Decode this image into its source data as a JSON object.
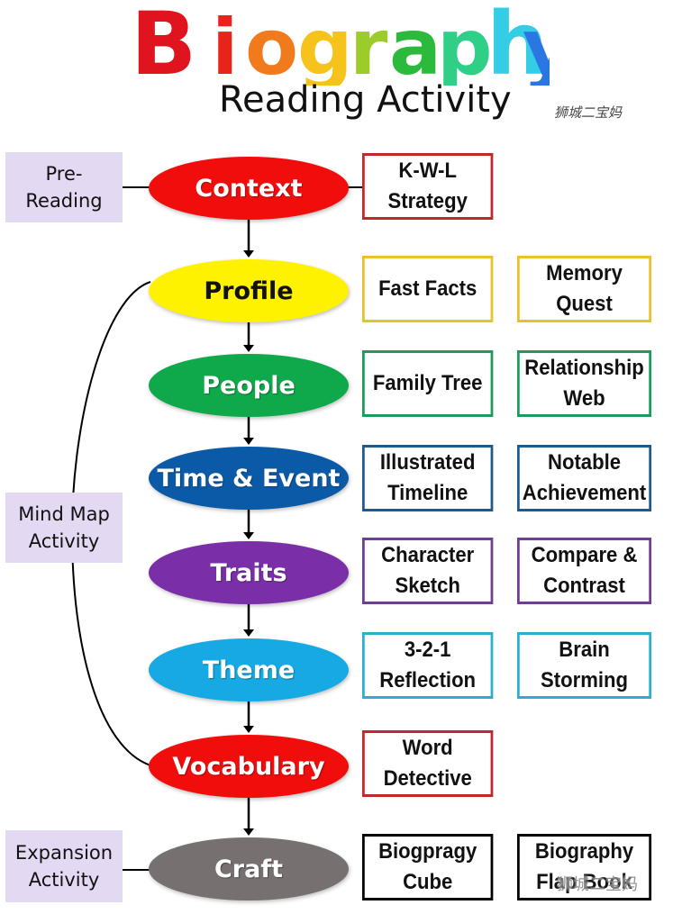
{
  "header": {
    "title": "Biography",
    "title_letters": [
      {
        "char": "B",
        "color": "#e0141e"
      },
      {
        "char": "i",
        "color": "#e8231a"
      },
      {
        "char": "o",
        "color": "#f07a1c"
      },
      {
        "char": "g",
        "color": "#f6c21c"
      },
      {
        "char": "r",
        "color": "#9ccc2a"
      },
      {
        "char": "a",
        "color": "#2cba3c"
      },
      {
        "char": "p",
        "color": "#2fcf88"
      },
      {
        "char": "h",
        "color": "#33cde6"
      },
      {
        "char": "y",
        "color": "#2a76e2"
      }
    ],
    "subtitle": "Reading Activity",
    "watermark": "狮城二宝妈"
  },
  "stages": [
    {
      "label": "Pre-\nReading"
    },
    {
      "label": "Mind Map\nActivity"
    },
    {
      "label": "Expansion\nActivity"
    }
  ],
  "steps": [
    {
      "label": "Context",
      "color": "#f20d0d",
      "text_color": "#ffffff",
      "border_color": "#c1272d",
      "activities": [
        "K-W-L\nStrategy"
      ]
    },
    {
      "label": "Profile",
      "color": "#fff200",
      "text_color": "#111111",
      "border_color": "#e8c12e",
      "activities": [
        "Fast Facts",
        "Memory\nQuest"
      ]
    },
    {
      "label": "People",
      "color": "#0fa84a",
      "text_color": "#ffffff",
      "border_color": "#1c9b5a",
      "activities": [
        "Family Tree",
        "Relationship\nWeb"
      ]
    },
    {
      "label": "Time & Event",
      "color": "#0b5aa8",
      "text_color": "#ffffff",
      "border_color": "#1f5a8c",
      "activities": [
        "Illustrated\nTimeline",
        "Notable\nAchievement"
      ]
    },
    {
      "label": "Traits",
      "color": "#7a2fa8",
      "text_color": "#ffffff",
      "border_color": "#6f3f8f",
      "activities": [
        "Character\nSketch",
        "Compare &\nContrast"
      ]
    },
    {
      "label": "Theme",
      "color": "#16a9e3",
      "text_color": "#ffffff",
      "border_color": "#2ab0cc",
      "activities": [
        "3-2-1\nReflection",
        "Brain\nStorming"
      ]
    },
    {
      "label": "Vocabulary",
      "color": "#f20d0d",
      "text_color": "#ffffff",
      "border_color": "#c1272d",
      "activities": [
        "Word\nDetective"
      ]
    },
    {
      "label": "Craft",
      "color": "#767070",
      "text_color": "#ffffff",
      "border_color": "#000000",
      "activities": [
        "Biogpragy\nCube",
        "Biography\nFlap Book"
      ]
    }
  ],
  "footer": {
    "watermark": "狮城二宝妈"
  }
}
